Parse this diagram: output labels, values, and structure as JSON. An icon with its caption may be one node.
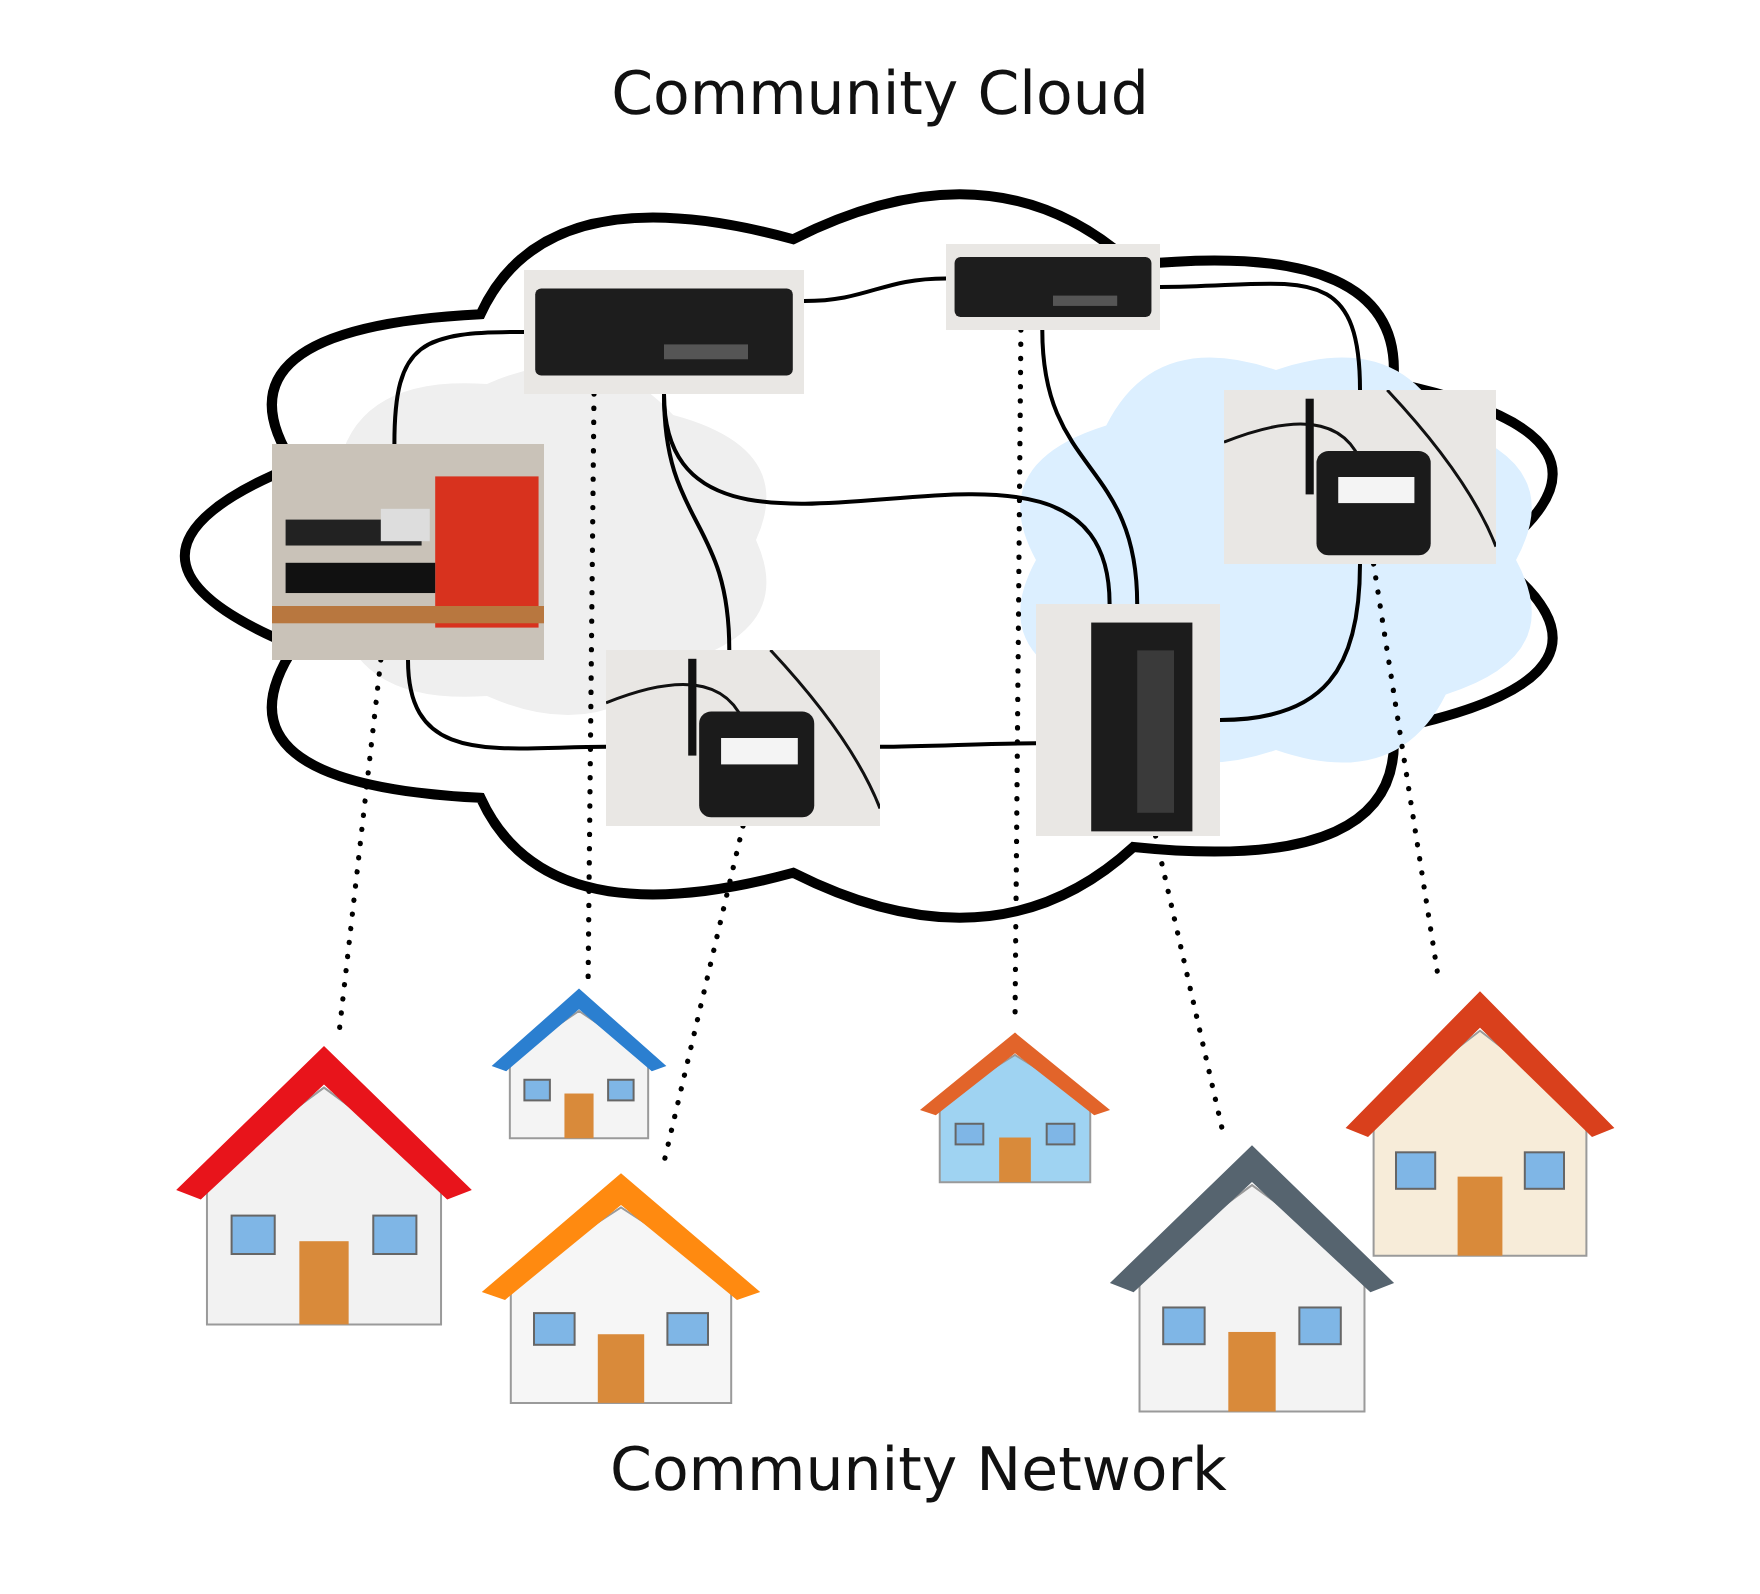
{
  "diagram": {
    "nodes": [
      {
        "text": [
          "Community Cloud"
        ]
      },
      {
        "text": [],
        "shape": "picture",
        "in": 0
      },
      {
        "text": [],
        "shape": "picture",
        "in": 0
      },
      {
        "text": [],
        "shape": "picture",
        "in": 0
      },
      {
        "text": [],
        "shape": "picture",
        "in": 0
      },
      {
        "text": [],
        "shape": "picture",
        "in": 0
      },
      {
        "text": [],
        "shape": "picture",
        "in": 0
      },
      {
        "text": [],
        "shape": "picture"
      },
      {
        "text": [],
        "shape": "picture"
      },
      {
        "text": [],
        "shape": "picture"
      },
      {
        "text": [],
        "shape": "picture"
      },
      {
        "text": [],
        "shape": "picture"
      },
      {
        "text": [],
        "shape": "picture"
      }
    ],
    "edges": [
      {
        "from": 1,
        "to": 2,
        "arrow": "none"
      },
      {
        "from": 1,
        "to": 3,
        "arrow": "none"
      },
      {
        "from": 2,
        "to": 4,
        "arrow": "none"
      },
      {
        "from": 1,
        "to": 5,
        "arrow": "none"
      },
      {
        "from": 1,
        "to": 6,
        "arrow": "none"
      },
      {
        "from": 2,
        "to": 6,
        "arrow": "none"
      },
      {
        "from": 3,
        "to": 5,
        "arrow": "none"
      },
      {
        "from": 5,
        "to": 6,
        "arrow": "none"
      },
      {
        "from": 6,
        "to": 4,
        "arrow": "none"
      },
      {
        "from": 3,
        "to": 7,
        "arrow": "none",
        "style": "dashed"
      },
      {
        "from": 1,
        "to": 8,
        "arrow": "none",
        "style": "dashed"
      },
      {
        "from": 5,
        "to": 9,
        "arrow": "none",
        "style": "dashed"
      },
      {
        "from": 2,
        "to": 10,
        "arrow": "none",
        "style": "dashed"
      },
      {
        "from": 6,
        "to": 11,
        "arrow": "none",
        "style": "dashed"
      },
      {
        "from": 4,
        "to": 12,
        "arrow": "none",
        "style": "dashed"
      }
    ],
    "labels": [
      "Community Network"
    ]
  }
}
